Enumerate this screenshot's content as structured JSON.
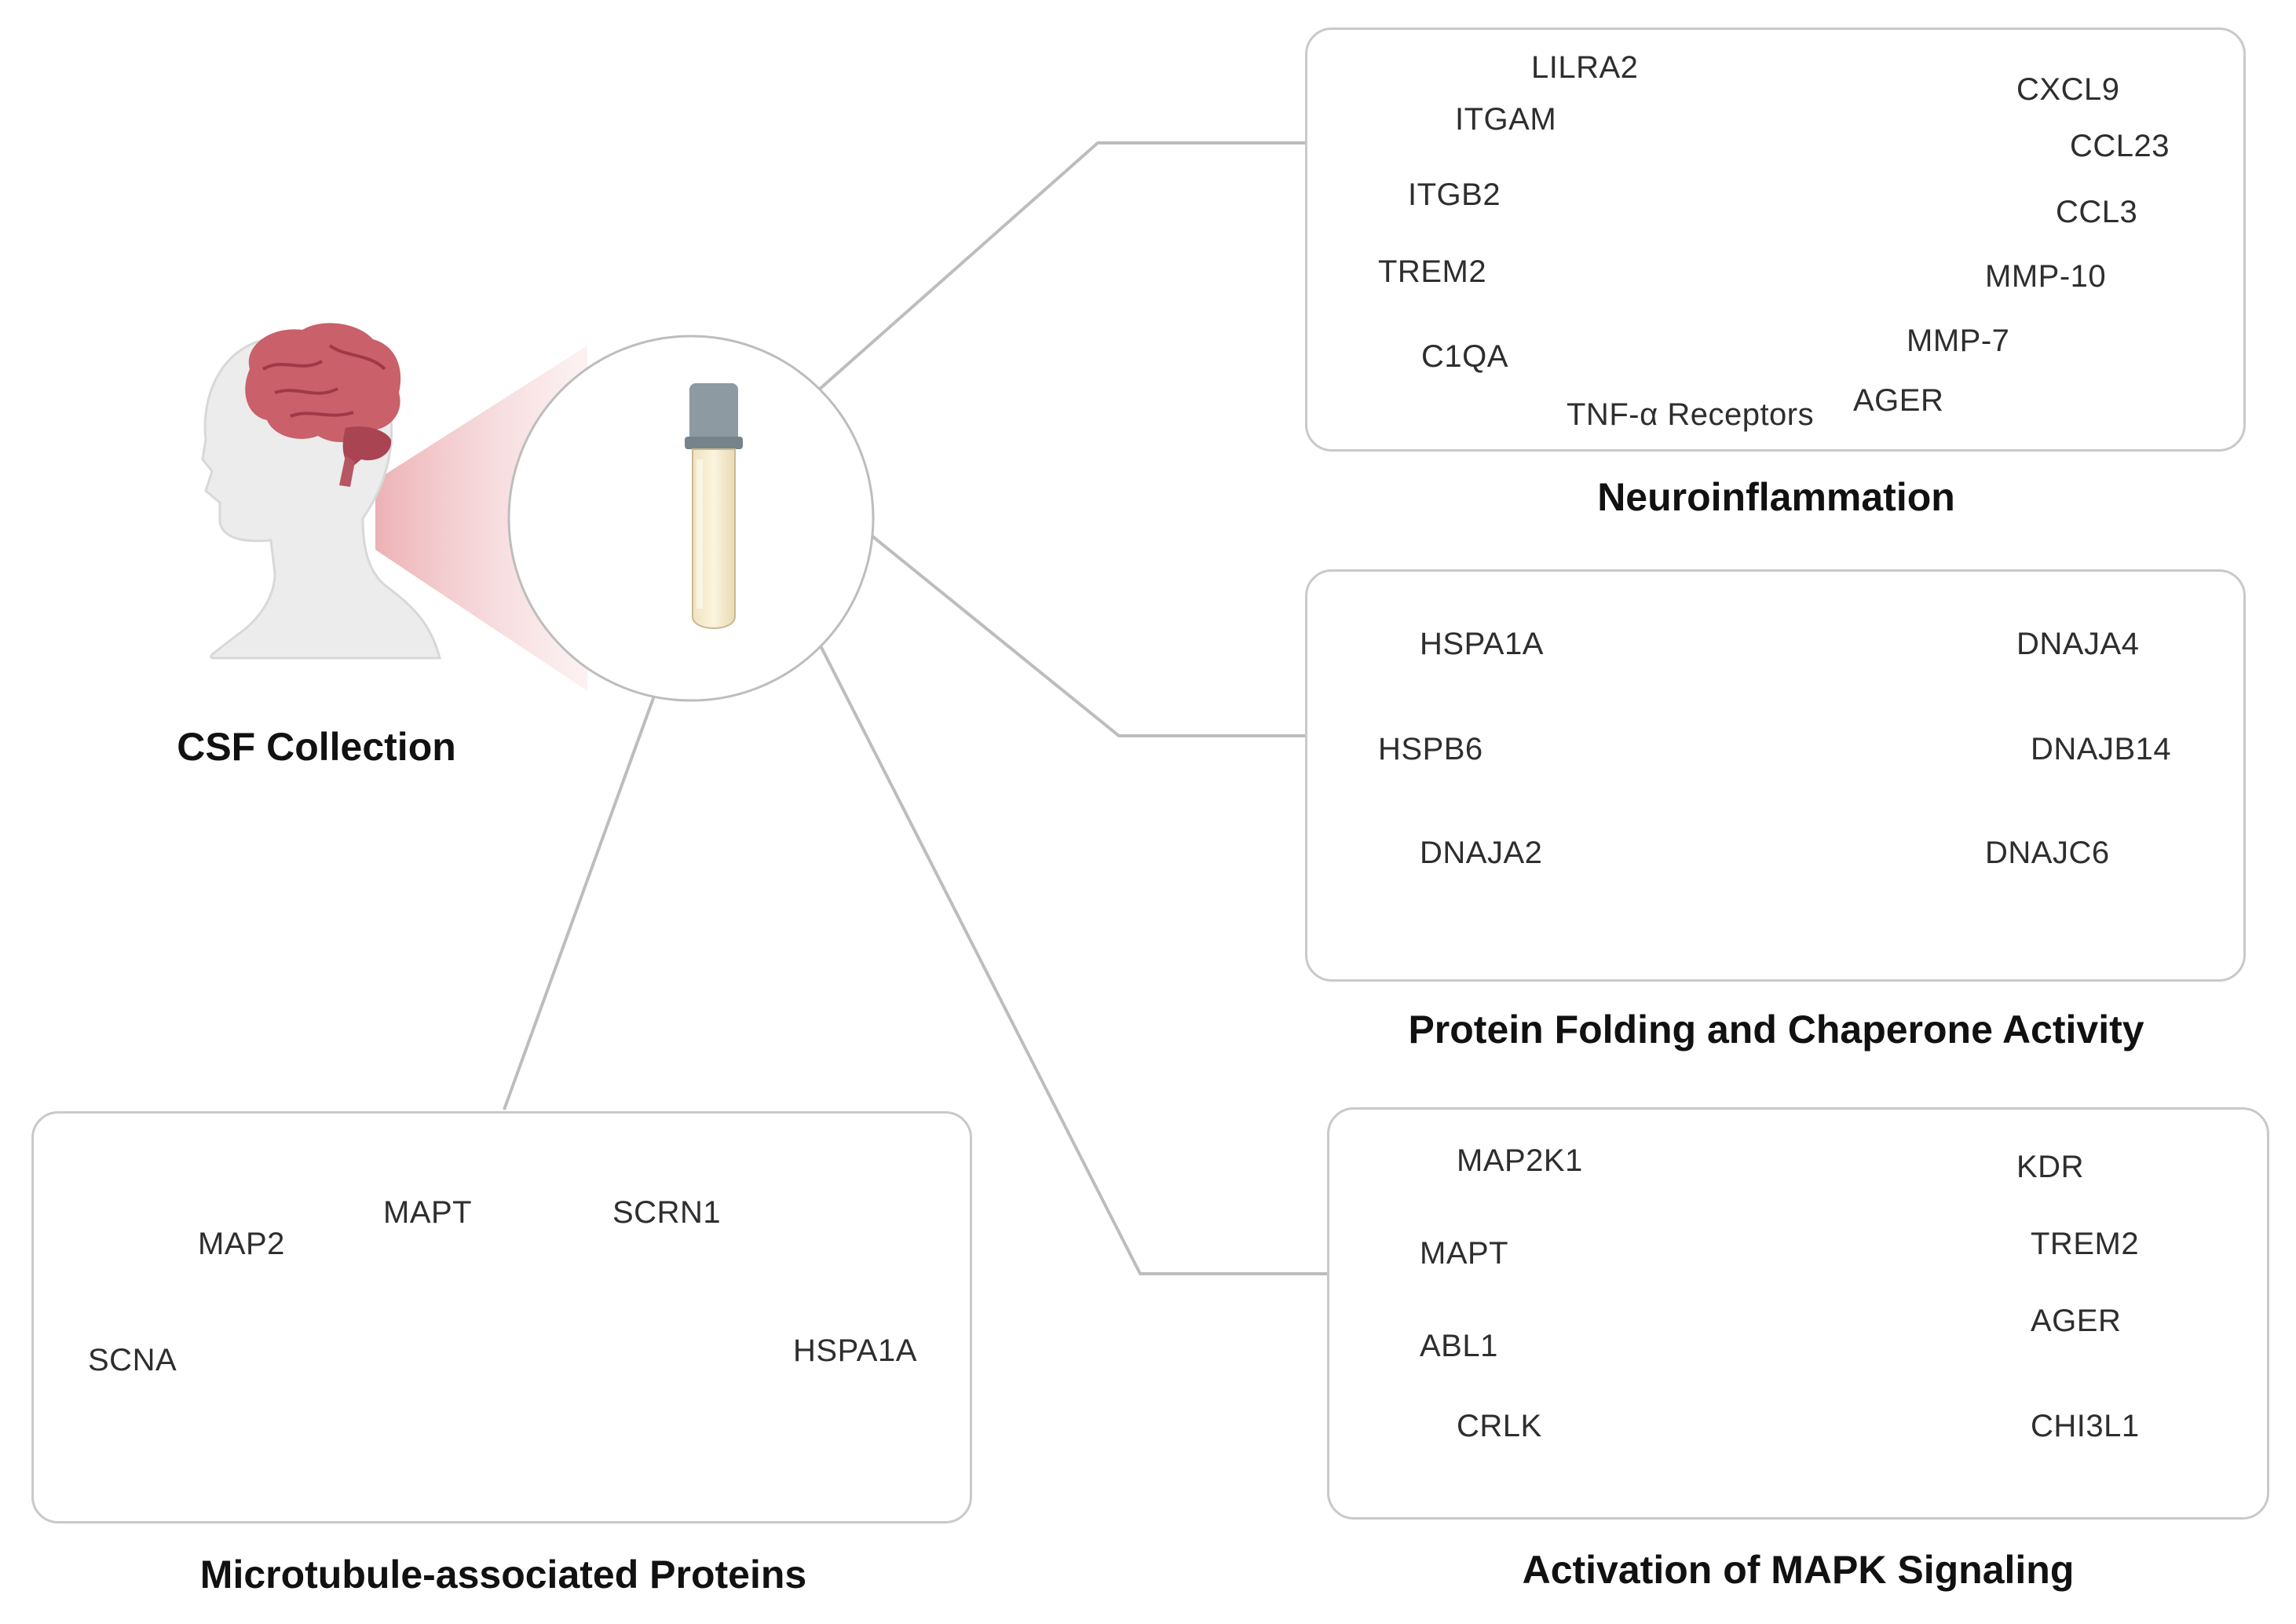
{
  "csf": {
    "title": "CSF Collection"
  },
  "neuroinflammation": {
    "title": "Neuroinflammation",
    "labels": [
      "LILRA2",
      "ITGAM",
      "ITGB2",
      "TREM2",
      "C1QA",
      "TNF-α Receptors",
      "AGER",
      "MMP-7",
      "MMP-10",
      "CCL3",
      "CCL23",
      "CXCL9"
    ]
  },
  "protein_folding": {
    "title": "Protein Folding and Chaperone Activity",
    "labels": [
      "HSPA1A",
      "HSPB6",
      "DNAJA2",
      "DNAJA4",
      "DNAJB14",
      "DNAJC6"
    ]
  },
  "microtubule": {
    "title": "Microtubule-associated Proteins",
    "labels": [
      "MAP2",
      "MAPT",
      "SCRN1",
      "SCNA",
      "HSPA1A"
    ]
  },
  "mapk": {
    "title": "Activation of MAPK Signaling",
    "labels": [
      "MAP2K1",
      "MAPT",
      "ABL1",
      "CRLK",
      "KDR",
      "TREM2",
      "AGER",
      "CHI3L1"
    ]
  },
  "colors": {
    "panel_border": "#c9c9c9",
    "connector": "#bdbdbd",
    "brain": "#c9606a",
    "astrocyte": "#f0b45c",
    "neutrophil": "#e08ad0",
    "protein": "#3aa8dd",
    "tau": "#b0243e"
  }
}
